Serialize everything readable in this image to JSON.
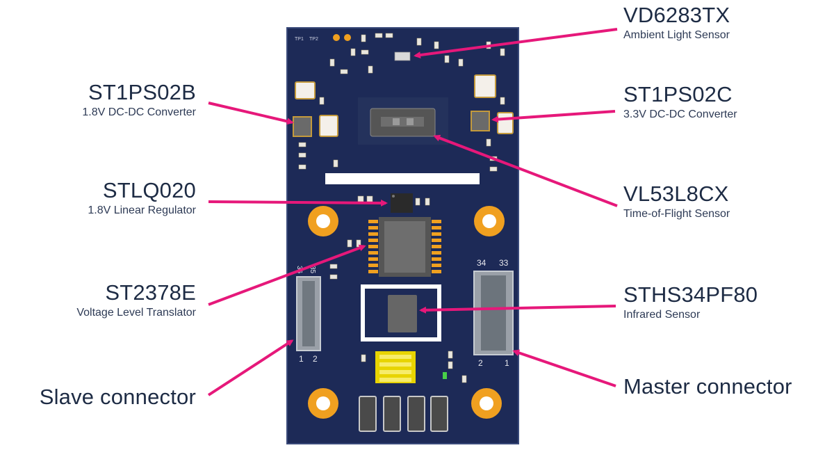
{
  "labels": {
    "vd6283tx": {
      "name": "VD6283TX",
      "desc": "Ambient Light Sensor"
    },
    "st1ps02b": {
      "name": "ST1PS02B",
      "desc": "1.8V DC-DC Converter"
    },
    "st1ps02c": {
      "name": "ST1PS02C",
      "desc": "3.3V DC-DC Converter"
    },
    "stlq020": {
      "name": "STLQ020",
      "desc": "1.8V Linear Regulator"
    },
    "vl53l8cx": {
      "name": "VL53L8CX",
      "desc": "Time-of-Flight Sensor"
    },
    "st2378e": {
      "name": "ST2378E",
      "desc": "Voltage Level Translator"
    },
    "sths34pf80": {
      "name": "STHS34PF80",
      "desc": "Infrared Sensor"
    },
    "slave": {
      "name": "Slave connector"
    },
    "master": {
      "name": "Master connector"
    }
  },
  "board_text": {
    "tp1": "TP1",
    "tp2": "TP2",
    "slave_top": "36",
    "slave_top2": "35",
    "slave_bot1": "1",
    "slave_bot2": "2",
    "master_top1": "34",
    "master_top2": "33",
    "master_bot1": "2",
    "master_bot2": "1"
  },
  "colors": {
    "board": "#1c2a55",
    "pad": "#f0a020",
    "arrow": "#e6187a",
    "text": "#1d2b44"
  }
}
